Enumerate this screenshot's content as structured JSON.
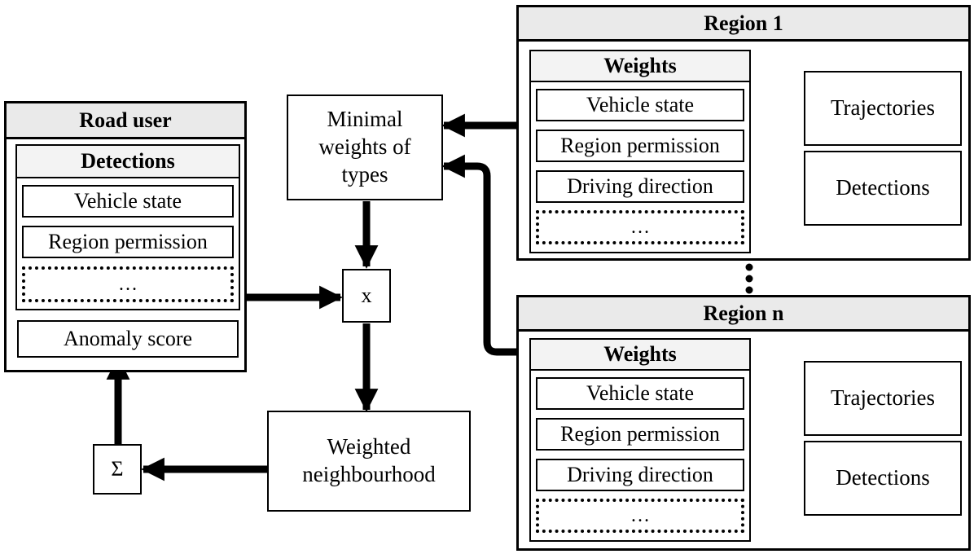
{
  "road_user": {
    "title": "Road user",
    "detections_title": "Detections",
    "items": [
      "Vehicle state",
      "Region permission",
      "…"
    ],
    "anomaly_score": "Anomaly score"
  },
  "minimal_weights": {
    "line1": "Minimal",
    "line2": "weights of",
    "line3": "types"
  },
  "multiply": "x",
  "sum": "Σ",
  "weighted_neighbourhood": {
    "line1": "Weighted",
    "line2": "neighbourhood"
  },
  "vertical_ellipsis": "⋮",
  "regions": [
    {
      "title": "Region 1",
      "weights_title": "Weights",
      "items": [
        "Vehicle state",
        "Region permission",
        "Driving direction",
        "…"
      ],
      "trajectories": "Trajectories",
      "detections": "Detections"
    },
    {
      "title": "Region n",
      "weights_title": "Weights",
      "items": [
        "Vehicle state",
        "Region permission",
        "Driving direction",
        "…"
      ],
      "trajectories": "Trajectories",
      "detections": "Detections"
    }
  ]
}
